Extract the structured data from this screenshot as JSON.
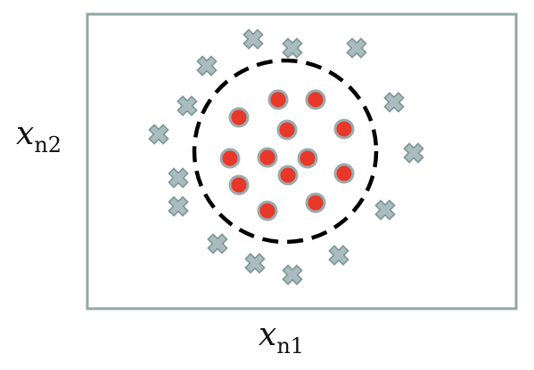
{
  "axes": {
    "x_label_var": "x",
    "x_label_sub": "n1",
    "y_label_var": "x",
    "y_label_sub": "n2"
  },
  "colors": {
    "frame": "#95a5a6",
    "cross_fill": "#a9bcc0",
    "cross_edge": "#7f9599",
    "dot_fill": "#e8382a",
    "dot_ring": "#9aabaf",
    "boundary": "#000000"
  },
  "chart_data": {
    "type": "scatter",
    "xlabel": "x_n1",
    "ylabel": "x_n2",
    "boundary": {
      "shape": "circle",
      "style": "dashed"
    },
    "series": [
      {
        "marker": "x",
        "points": [
          [
            284,
            44
          ],
          [
            328,
            54
          ],
          [
            400,
            54
          ],
          [
            232,
            74
          ],
          [
            210,
            119
          ],
          [
            178,
            151
          ],
          [
            442,
            115
          ],
          [
            464,
            172
          ],
          [
            200,
            200
          ],
          [
            200,
            232
          ],
          [
            432,
            236
          ],
          [
            244,
            274
          ],
          [
            380,
            287
          ],
          [
            286,
            296
          ],
          [
            328,
            309
          ]
        ]
      },
      {
        "marker": "o",
        "points": [
          [
            312,
            112
          ],
          [
            354,
            112
          ],
          [
            268,
            132
          ],
          [
            322,
            146
          ],
          [
            386,
            145
          ],
          [
            258,
            178
          ],
          [
            300,
            177
          ],
          [
            345,
            178
          ],
          [
            323,
            197
          ],
          [
            386,
            195
          ],
          [
            268,
            208
          ],
          [
            354,
            228
          ],
          [
            300,
            237
          ]
        ]
      }
    ]
  }
}
